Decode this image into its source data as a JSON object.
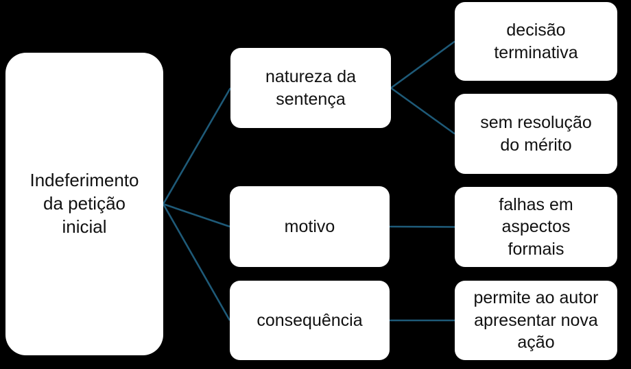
{
  "diagram": {
    "background_color": "#000000",
    "connector_color": "#1e5a78",
    "node_fill_color": "#ffffff",
    "node_text_color": "#111111"
  },
  "nodes": {
    "root": {
      "label": "Indeferimento da petição inicial"
    },
    "natureza": {
      "label": "natureza da sentença"
    },
    "motivo": {
      "label": "motivo"
    },
    "consequencia": {
      "label": "consequência"
    },
    "decisao": {
      "label": "decisão terminativa"
    },
    "sem_resolucao": {
      "label": "sem resolução do mérito"
    },
    "falhas": {
      "label": "falhas em aspectos formais"
    },
    "permite": {
      "label": "permite ao autor apresentar nova ação"
    }
  },
  "edges": [
    {
      "from": "node-root",
      "to": "node-natureza"
    },
    {
      "from": "node-root",
      "to": "node-motivo"
    },
    {
      "from": "node-root",
      "to": "node-consequencia"
    },
    {
      "from": "node-natureza",
      "to": "node-decisao"
    },
    {
      "from": "node-natureza",
      "to": "node-sem-resolucao"
    },
    {
      "from": "node-motivo",
      "to": "node-falhas"
    },
    {
      "from": "node-consequencia",
      "to": "node-permite"
    }
  ]
}
